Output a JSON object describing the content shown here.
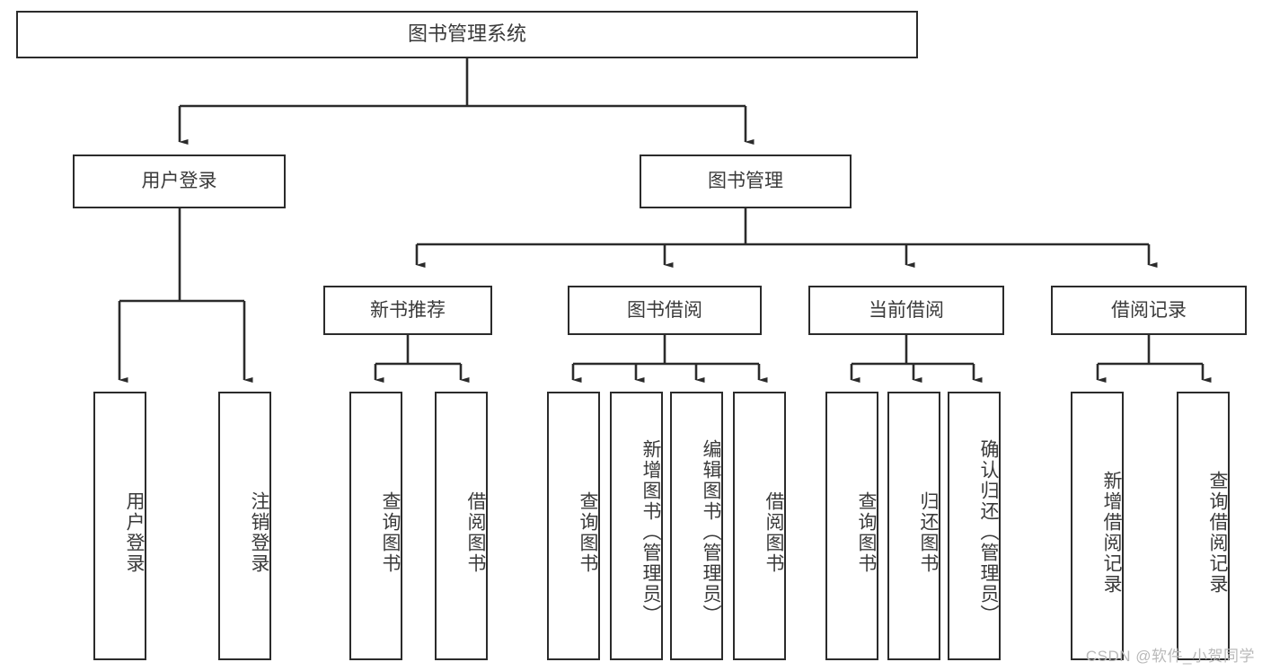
{
  "diagram": {
    "title": "图书管理系统",
    "type": "tree-hierarchy",
    "orientation": "top-down",
    "colors": {
      "box_border": "#2b2b2b",
      "box_fill": "#ffffff",
      "text": "#3a3a3a",
      "connector": "#2b2b2b",
      "watermark": "#b9b9b9",
      "background": "#ffffff"
    }
  },
  "watermark": {
    "text": "CSDN @软件_小贺同学"
  },
  "nodes": {
    "root": {
      "label": "图书管理系统"
    },
    "level1": [
      {
        "id": "user-login",
        "label": "用户登录"
      },
      {
        "id": "book-management",
        "label": "图书管理"
      }
    ],
    "level2": [
      {
        "id": "new-book-recommend",
        "label": "新书推荐"
      },
      {
        "id": "book-borrow",
        "label": "图书借阅"
      },
      {
        "id": "current-borrow",
        "label": "当前借阅"
      },
      {
        "id": "borrow-record",
        "label": "借阅记录"
      }
    ],
    "leaves": [
      {
        "id": "leaf-user-login",
        "label": "用户登录",
        "parent": "user-login"
      },
      {
        "id": "leaf-logout-login",
        "label": "注销登录",
        "parent": "user-login"
      },
      {
        "id": "leaf-query-book-1",
        "label": "查询图书",
        "parent": "new-book-recommend"
      },
      {
        "id": "leaf-borrow-book-1",
        "label": "借阅图书",
        "parent": "new-book-recommend"
      },
      {
        "id": "leaf-query-book-2",
        "label": "查询图书",
        "parent": "book-borrow"
      },
      {
        "id": "leaf-add-book",
        "label": "新增图书（管理员）",
        "parent": "book-borrow"
      },
      {
        "id": "leaf-edit-book",
        "label": "编辑图书（管理员）",
        "parent": "book-borrow"
      },
      {
        "id": "leaf-borrow-book-2",
        "label": "借阅图书",
        "parent": "book-borrow"
      },
      {
        "id": "leaf-query-book-3",
        "label": "查询图书",
        "parent": "current-borrow"
      },
      {
        "id": "leaf-return-book",
        "label": "归还图书",
        "parent": "current-borrow"
      },
      {
        "id": "leaf-confirm-return",
        "label": "确认归还（管理员）",
        "parent": "current-borrow"
      },
      {
        "id": "leaf-add-record",
        "label": "新增借阅记录",
        "parent": "borrow-record"
      },
      {
        "id": "leaf-query-record",
        "label": "查询借阅记录",
        "parent": "borrow-record"
      }
    ]
  }
}
